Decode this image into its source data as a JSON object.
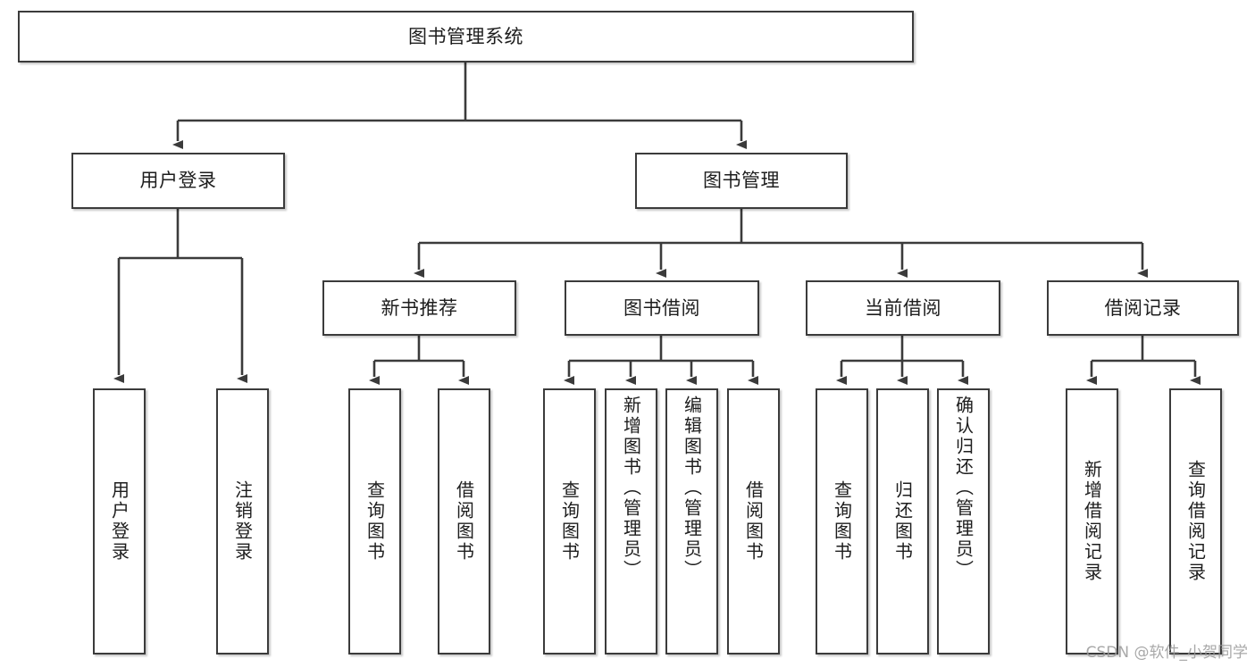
{
  "diagram": {
    "type": "tree-hierarchy",
    "title": "图书管理系统",
    "root": {
      "id": "root",
      "label": "图书管理系统"
    },
    "level2": [
      {
        "id": "user-login",
        "label": "用户登录"
      },
      {
        "id": "book-management",
        "label": "图书管理"
      }
    ],
    "level3": [
      {
        "id": "new-book-recommend",
        "label": "新书推荐",
        "parent": "book-management"
      },
      {
        "id": "book-borrow",
        "label": "图书借阅",
        "parent": "book-management"
      },
      {
        "id": "current-borrow",
        "label": "当前借阅",
        "parent": "book-management"
      },
      {
        "id": "borrow-record",
        "label": "借阅记录",
        "parent": "book-management"
      }
    ],
    "leaves": {
      "user-login": [
        {
          "id": "leaf-user-login",
          "label": "用户登录"
        },
        {
          "id": "leaf-user-logout",
          "label": "注销登录"
        }
      ],
      "new-book-recommend": [
        {
          "id": "leaf-query-book-1",
          "label": "查询图书"
        },
        {
          "id": "leaf-borrow-book-1",
          "label": "借阅图书"
        }
      ],
      "book-borrow": [
        {
          "id": "leaf-query-book-2",
          "label": "查询图书"
        },
        {
          "id": "leaf-add-book",
          "label": "新增图书（管理员）"
        },
        {
          "id": "leaf-edit-book",
          "label": "编辑图书（管理员）"
        },
        {
          "id": "leaf-borrow-book-2",
          "label": "借阅图书"
        }
      ],
      "current-borrow": [
        {
          "id": "leaf-query-book-3",
          "label": "查询图书"
        },
        {
          "id": "leaf-return-book",
          "label": "归还图书"
        },
        {
          "id": "leaf-confirm-return",
          "label": "确认归还（管理员）"
        }
      ],
      "borrow-record": [
        {
          "id": "leaf-add-record",
          "label": "新增借阅记录"
        },
        {
          "id": "leaf-query-record",
          "label": "查询借阅记录"
        }
      ]
    },
    "colors": {
      "box_border": "#3b3b3b",
      "box_fill": "#ffffff",
      "connector": "#3b3b3b",
      "text": "#1d1d1d",
      "watermark": "#9a9a9a",
      "background": "#ffffff"
    },
    "watermark": "CSDN @软件_小贺同学"
  }
}
